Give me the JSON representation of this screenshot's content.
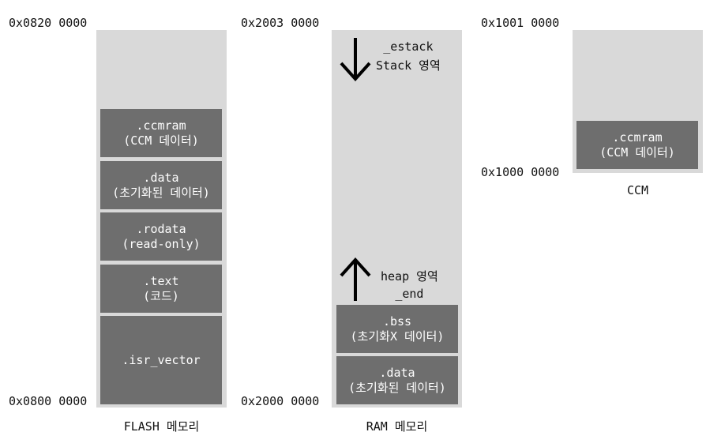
{
  "flash": {
    "top_addr": "0x0820 0000",
    "bottom_addr": "0x0800 0000",
    "caption": "FLASH 메모리",
    "segments": [
      {
        "line1": ".ccmram",
        "line2": "(CCM 데이터)"
      },
      {
        "line1": ".data",
        "line2": "(초기화된 데이터)"
      },
      {
        "line1": ".rodata",
        "line2": "(read-only)"
      },
      {
        "line1": ".text",
        "line2": "(코드)"
      },
      {
        "line1": ".isr_vector",
        "line2": ""
      }
    ]
  },
  "ram": {
    "top_addr": "0x2003 0000",
    "bottom_addr": "0x2000 0000",
    "caption": "RAM 메모리",
    "stack_line1": "_estack",
    "stack_line2": "Stack 영역",
    "heap_line1": "heap 영역",
    "heap_line2": "_end",
    "segments": [
      {
        "line1": ".bss",
        "line2": "(초기화X 데이터)"
      },
      {
        "line1": ".data",
        "line2": "(초기화된 데이터)"
      }
    ]
  },
  "ccm": {
    "top_addr": "0x1001 0000",
    "bottom_addr": "0x1000 0000",
    "caption": "CCM",
    "segments": [
      {
        "line1": ".ccmram",
        "line2": "(CCM 데이터)"
      }
    ]
  },
  "colors": {
    "region_bg": "#d9d9d9",
    "segment_bg": "#6e6e6e",
    "segment_text": "#ffffff",
    "arrow": "#000000"
  }
}
